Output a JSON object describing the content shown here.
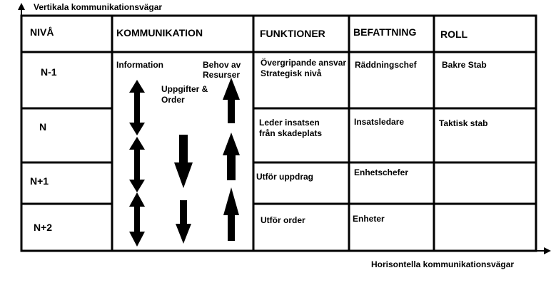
{
  "axes": {
    "vertical_label": "Vertikala kommunikationsvägar",
    "horizontal_label": "Horisontella kommunikationsvägar"
  },
  "headers": {
    "level": "NIVÅ",
    "communication": "KOMMUNIKATION",
    "functions": "FUNKTIONER",
    "position": "BEFATTNING",
    "role": "ROLL"
  },
  "communication_labels": {
    "information": "Information",
    "tasks_line1": "Uppgifter &",
    "tasks_line2": "Order",
    "needs_line1": "Behov av",
    "needs_line2": "Resurser"
  },
  "rows": [
    {
      "level": "N-1",
      "function_line1": "Övergripande ansvar",
      "function_line2": "Strategisk nivå",
      "position": "Räddningschef",
      "role": "Bakre Stab"
    },
    {
      "level": "N",
      "function_line1": "Leder insatsen",
      "function_line2": "från skadeplats",
      "position": "Insatsledare",
      "role": "Taktisk stab"
    },
    {
      "level": "N+1",
      "function_line1": "Utför uppdrag",
      "function_line2": "",
      "position": "Enhetschefer",
      "role": ""
    },
    {
      "level": "N+2",
      "function_line1": "Utför order",
      "function_line2": "",
      "position": "Enheter",
      "role": ""
    }
  ],
  "arrow_legend": {
    "double_headed": "information",
    "downward": "tasks",
    "upward": "needs"
  }
}
